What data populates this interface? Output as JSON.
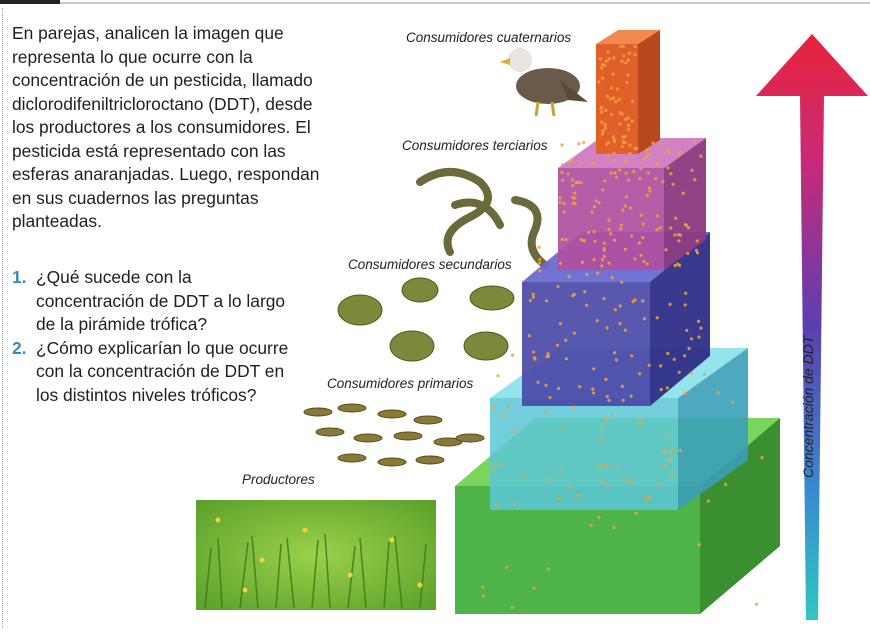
{
  "intro_text": "En parejas, analicen la imagen que representa lo que ocurre con la concentración de un pesticida, llamado diclorodifeniltricloroctano (DDT), desde los productores a los consumidores. El pesticida está representado con las esferas anaranjadas. Luego, respondan en sus cuadernos las preguntas planteadas.",
  "questions": [
    {
      "number": "1.",
      "text": "¿Qué sucede con la concentración de DDT a lo largo de la pirámide trófica?"
    },
    {
      "number": "2.",
      "text": "¿Cómo explicarían lo que ocurre con la concentración de DDT en los distintos niveles tróficos?"
    }
  ],
  "levels": {
    "productores": "Productores",
    "primarios": "Consumidores primarios",
    "secundarios": "Consumidores secundarios",
    "terciarios": "Consumidores terciarios",
    "cuaternarios": "Consumidores cuaternarios"
  },
  "axis_label": "Concentración de DDT",
  "colors": {
    "question_number": "#3a8ab8",
    "productores": "#3fae3a",
    "primarios": "#5cc7d6",
    "secundarios": "#4a4aa8",
    "terciarios": "#b04fa0",
    "cuaternarios": "#e0602a",
    "ddt_sphere": "#f2a23a",
    "arrow_top": "#e8243a",
    "arrow_mid": "#5a3fb0",
    "arrow_bottom": "#2fc7c0"
  },
  "icons": {
    "productores": "grass-icon",
    "primarios": "grasshopper-icon",
    "secundarios": "frog-icon",
    "terciarios": "snake-icon",
    "cuaternarios": "eagle-icon"
  }
}
